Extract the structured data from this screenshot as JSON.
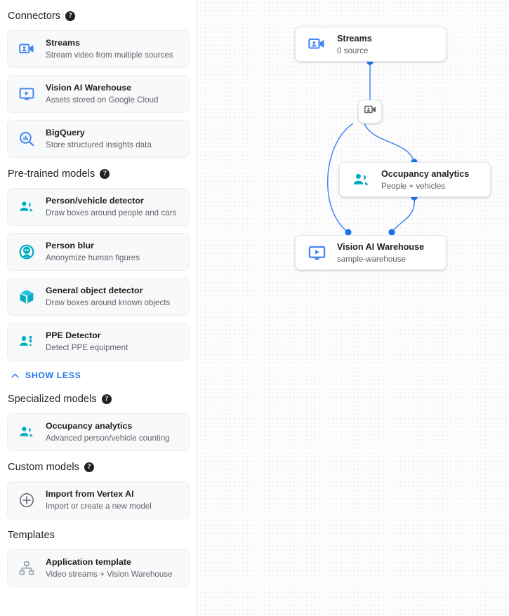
{
  "sidebar": {
    "sections": [
      {
        "title": "Connectors",
        "has_help": true,
        "help_glyph": "?",
        "items": [
          {
            "icon": "video-camera-account-icon",
            "color": "#4285f4",
            "title": "Streams",
            "subtitle": "Stream video from multiple sources"
          },
          {
            "icon": "monitor-play-icon",
            "color": "#4285f4",
            "title": "Vision AI Warehouse",
            "subtitle": "Assets stored on Google Cloud"
          },
          {
            "icon": "bigquery-magnifier-icon",
            "color": "#4285f4",
            "title": "BigQuery",
            "subtitle": "Store structured insights data"
          }
        ]
      },
      {
        "title": "Pre-trained models",
        "has_help": true,
        "help_glyph": "?",
        "items": [
          {
            "icon": "person-vehicle-icon",
            "color": "#00acc1",
            "title": "Person/vehicle detector",
            "subtitle": "Draw boxes around people and cars"
          },
          {
            "icon": "person-blur-icon",
            "color": "#00acc1",
            "title": "Person blur",
            "subtitle": "Anonymize human figures"
          },
          {
            "icon": "cube-object-icon",
            "color": "#00acc1",
            "title": "General object detector",
            "subtitle": "Draw boxes around known objects"
          },
          {
            "icon": "ppe-detector-icon",
            "color": "#00acc1",
            "title": "PPE Detector",
            "subtitle": "Detect PPE equipment"
          }
        ],
        "footer_link": {
          "label": "SHOW LESS",
          "icon": "chevron-up-icon",
          "color": "#1a73e8"
        }
      },
      {
        "title": "Specialized models",
        "has_help": true,
        "help_glyph": "?",
        "items": [
          {
            "icon": "occupancy-analytics-icon",
            "color": "#00acc1",
            "title": "Occupancy analytics",
            "subtitle": "Advanced person/vehicle counting"
          }
        ]
      },
      {
        "title": "Custom models",
        "has_help": true,
        "help_glyph": "?",
        "items": [
          {
            "icon": "plus-circle-icon",
            "color": "#5f6368",
            "title": "Import from Vertex AI",
            "subtitle": "Import or create a new model"
          }
        ]
      },
      {
        "title": "Templates",
        "has_help": false,
        "help_glyph": "",
        "items": [
          {
            "icon": "hierarchy-template-icon",
            "color": "#9aa0a6",
            "title": "Application template",
            "subtitle": "Video streams + Vision Warehouse"
          }
        ]
      }
    ]
  },
  "canvas": {
    "edge_color": "#4285f4",
    "port_color": "#1a73e8",
    "nodes": [
      {
        "id": "streams",
        "icon": "video-camera-account-icon",
        "icon_color": "#4285f4",
        "title": "Streams",
        "subtitle": "0 source"
      },
      {
        "id": "occupancy",
        "icon": "occupancy-analytics-icon",
        "icon_color": "#00acc1",
        "title": "Occupancy analytics",
        "subtitle": "People + vehicles"
      },
      {
        "id": "warehouse",
        "icon": "monitor-play-icon",
        "icon_color": "#4285f4",
        "title": "Vision AI Warehouse",
        "subtitle": "sample-warehouse"
      }
    ],
    "mini_node": {
      "id": "stream-relay",
      "icon": "video-camera-account-icon",
      "icon_color": "#5f6368"
    }
  }
}
